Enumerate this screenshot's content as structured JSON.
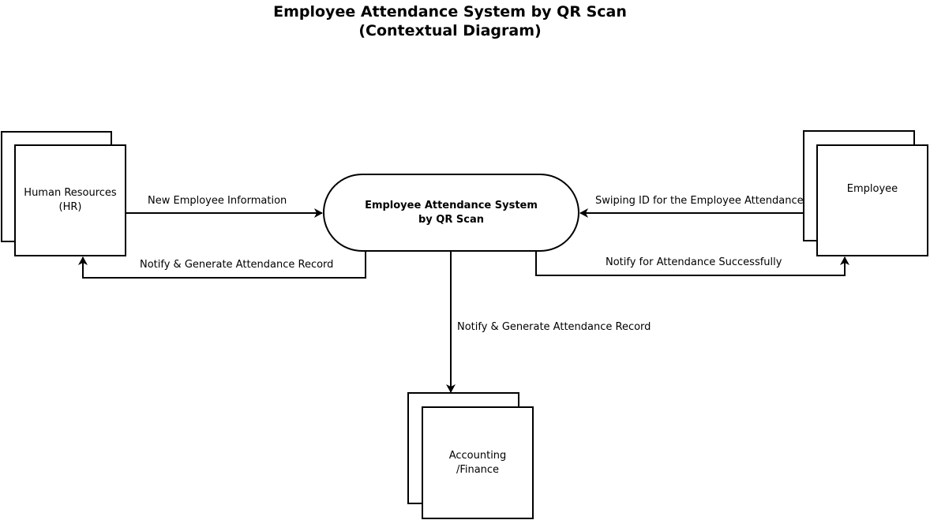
{
  "title": {
    "line1": "Employee Attendance System by QR Scan",
    "line2": "(Contextual Diagram)"
  },
  "process": {
    "line1": "Employee Attendance System",
    "line2": "by QR Scan"
  },
  "entities": {
    "hr": {
      "line1": "Human Resources",
      "line2": "(HR)"
    },
    "employee": {
      "line1": "Employee"
    },
    "accounting": {
      "line1": "Accounting",
      "line2": "/Finance"
    }
  },
  "flows": {
    "hr_to_system": "New Employee Information",
    "system_to_hr": "Notify & Generate Attendance Record",
    "employee_to_system": "Swiping ID for the Employee Attendance",
    "system_to_employee": "Notify for Attendance Successfully",
    "system_to_accounting": "Notify & Generate Attendance Record"
  }
}
